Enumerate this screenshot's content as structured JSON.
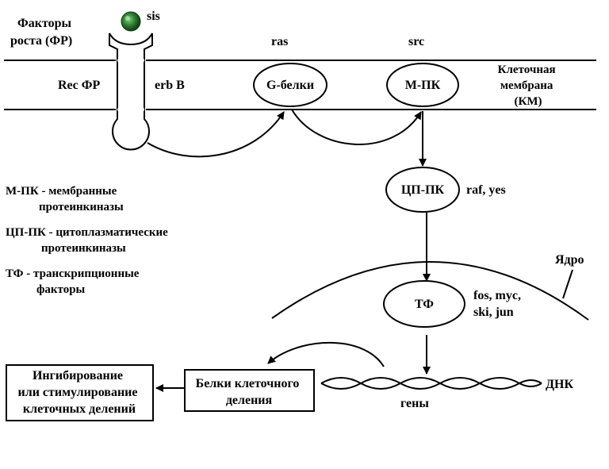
{
  "growth_factors_label": [
    "Факторы",
    "роста (ФР)"
  ],
  "sis_label": "sis",
  "ras_label": "ras",
  "src_label": "src",
  "receptor_label": "Rec ФР",
  "erbb_label": "erb B",
  "g_proteins_label": "G-белки",
  "mpk_label": "М-ПК",
  "membrane_label": [
    "Клеточная",
    "мембрана",
    "(КМ)"
  ],
  "cppk_label": "ЦП-ПК",
  "raf_yes_label": "raf, yes",
  "legend": {
    "mpk": [
      "М-ПК - мембранные",
      "протеинкиназы"
    ],
    "cppk": [
      "ЦП-ПК - цитоплазматические",
      "протеинкиназы"
    ],
    "tf": [
      "ТФ - транскрипционные",
      "факторы"
    ]
  },
  "nucleus_label": "Ядро",
  "tf_label": "ТФ",
  "oncogenes_tf": [
    "fos, myc,",
    "ski, jun"
  ],
  "inhibition_box": [
    "Ингибирование",
    "или стимулирование",
    "клеточных делений"
  ],
  "proteins_box": [
    "Белки клеточного",
    "деления"
  ],
  "dna_label": "ДНК",
  "genes_label": "гены",
  "colors": {
    "ink": "#000000",
    "sis_ball": "#2e7a2e",
    "background": "#ffffff"
  }
}
